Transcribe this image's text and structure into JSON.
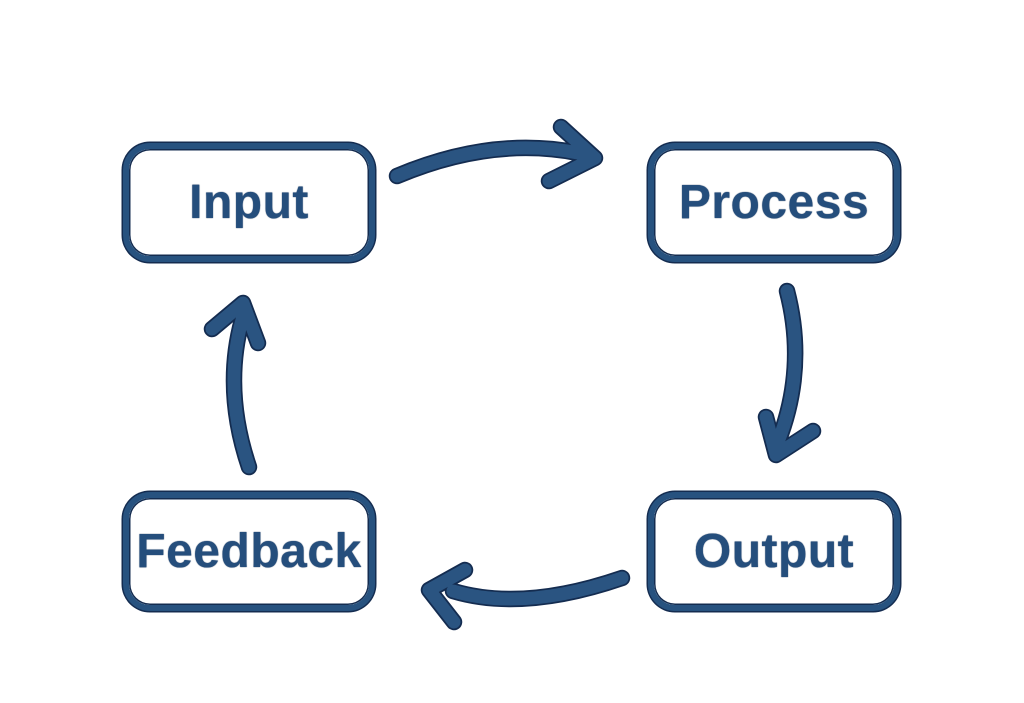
{
  "diagram": {
    "type": "cycle-flowchart",
    "nodes": [
      {
        "id": "input",
        "label": "Input"
      },
      {
        "id": "process",
        "label": "Process"
      },
      {
        "id": "output",
        "label": "Output"
      },
      {
        "id": "feedback",
        "label": "Feedback"
      }
    ],
    "edges": [
      {
        "from": "Input",
        "to": "Process"
      },
      {
        "from": "Process",
        "to": "Output"
      },
      {
        "from": "Output",
        "to": "Feedback"
      },
      {
        "from": "Feedback",
        "to": "Input"
      }
    ],
    "colors": {
      "node_border": "#27527F",
      "dark_outline": "#142C50",
      "text": "#254E7C",
      "arrow": "#2A5481",
      "background": "#FFFFFF"
    }
  }
}
